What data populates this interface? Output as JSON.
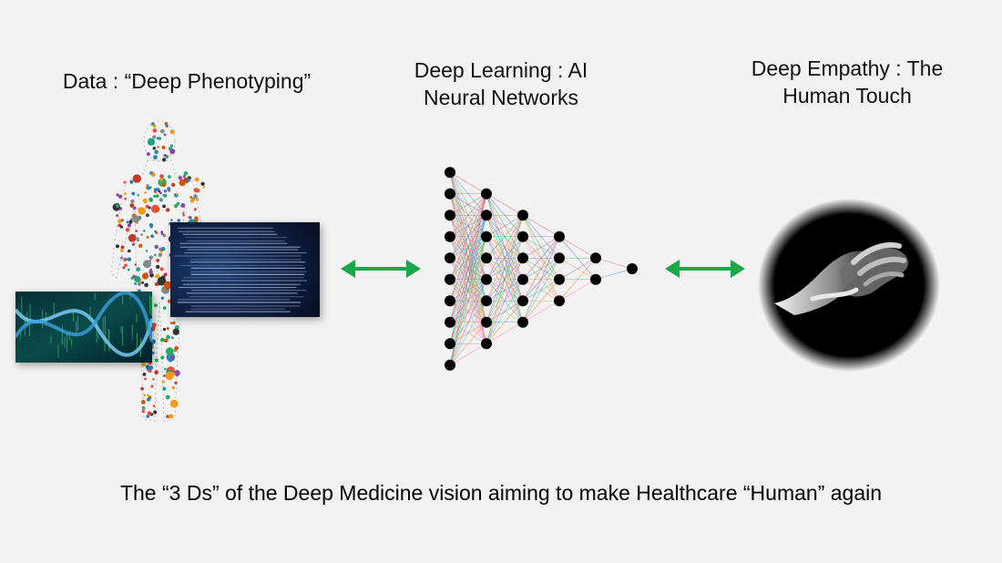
{
  "labels": {
    "data": "Data : “Deep Phenotyping”",
    "deep_learning_line1": "Deep Learning :  AI",
    "deep_learning_line2": "Neural Networks",
    "deep_empathy_line1": "Deep Empathy : The",
    "deep_empathy_line2": "Human Touch"
  },
  "caption": "The “3 Ds” of the Deep Medicine vision aiming to make Healthcare “Human” again",
  "colors": {
    "arrow": "#1aa84a",
    "node": "#000000",
    "background": "#f2f2f2"
  },
  "icons": [
    "human-figure-icon",
    "dna-image",
    "code-image",
    "neural-network-icon",
    "hands-image",
    "double-arrow-icon"
  ]
}
